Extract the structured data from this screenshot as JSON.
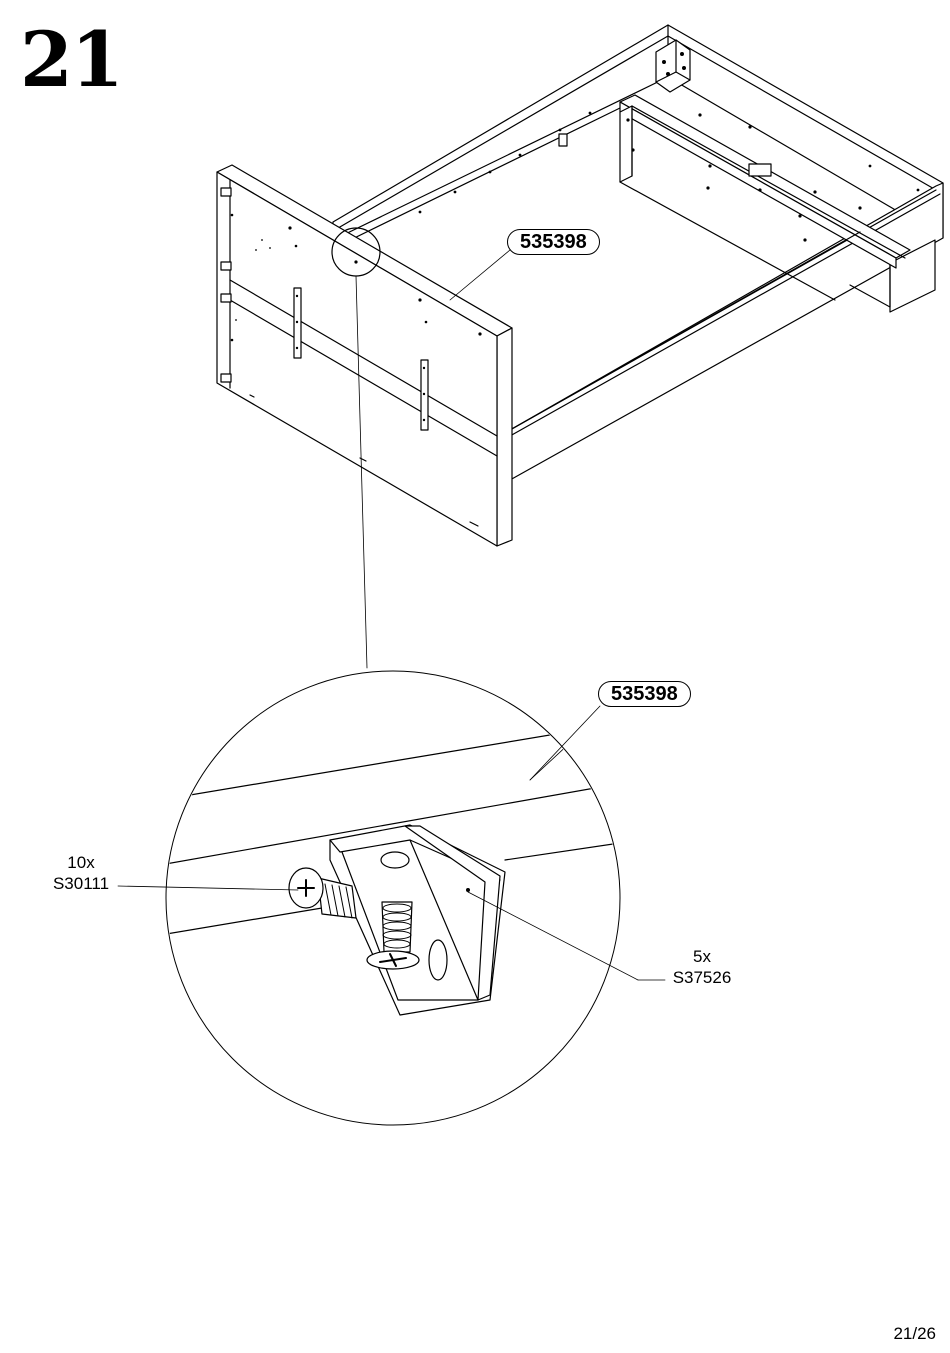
{
  "step": {
    "number": "21"
  },
  "parts": {
    "panel_code": "535398",
    "panel_code_detail": "535398"
  },
  "hardware": [
    {
      "quantity": "10x",
      "code": "S30111",
      "icon": "screw-icon"
    },
    {
      "quantity": "5x",
      "code": "S37526",
      "icon": "angle-bracket-icon"
    }
  ],
  "footer": {
    "page": "21/26"
  }
}
